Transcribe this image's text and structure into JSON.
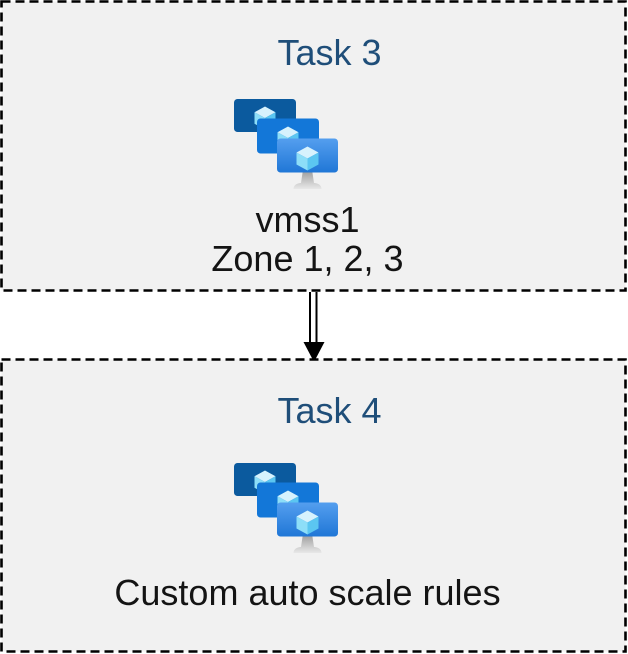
{
  "diagram": {
    "boxes": [
      {
        "title": "Task 3",
        "icon": "virtual-machine-scale-sets",
        "lines": [
          "vmss1",
          "Zone 1, 2, 3"
        ]
      },
      {
        "title": "Task 4",
        "icon": "virtual-machine-scale-sets",
        "lines": [
          "Custom auto scale rules"
        ]
      }
    ],
    "connector": {
      "type": "double-line-arrow",
      "direction": "down",
      "from": "Task 3",
      "to": "Task 4"
    }
  },
  "colors": {
    "page_bg": "#ffffff",
    "box_fill": "#f1f1f1",
    "box_border": "#000000",
    "title_text": "#1f4e79",
    "body_text": "#141414",
    "monitor_back": "#0b5a9e",
    "monitor_middle": "#1377d8",
    "monitor_front_top": "#559fef",
    "monitor_front_bottom": "#1f76d6",
    "cube_top": "#d7f2fd",
    "cube_left": "#8ddef8",
    "cube_right": "#5bc6f1",
    "stand_top": "#9e9e9e",
    "stand_bottom": "#e8e8e8",
    "arrow": "#000000"
  }
}
